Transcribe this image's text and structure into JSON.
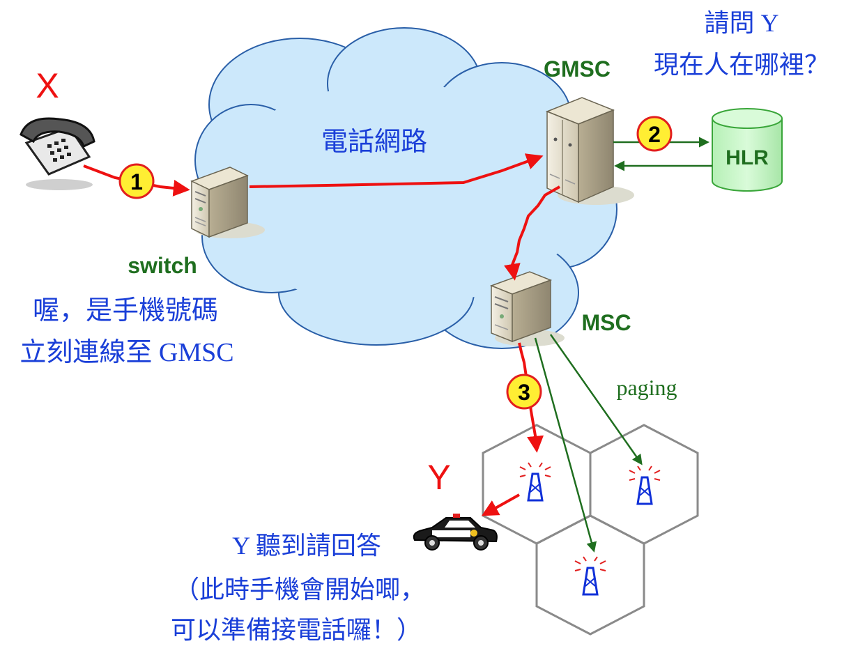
{
  "labels": {
    "caller": "X",
    "callee": "Y",
    "network": "電話網路",
    "switch": "switch",
    "gmsc": "GMSC",
    "msc": "MSC",
    "hlr": "HLR",
    "paging": "paging"
  },
  "steps": [
    "1",
    "2",
    "3"
  ],
  "notes": {
    "gmsc_query": [
      "請問 Y",
      "現在人在哪裡？"
    ],
    "switch_action": [
      "喔，是手機號碼",
      "立刻連線至 GMSC"
    ],
    "callee_response": [
      "Y 聽到請回答",
      "（此時手機會開始唧，",
      "可以準備接電話囉！）"
    ]
  },
  "colors": {
    "cloud_fill": "#cce8fb",
    "cloud_stroke": "#2a5fa8",
    "red_line": "#ee1111",
    "green_line": "#1f6e1f",
    "label_green": "#1f6e1f",
    "label_blue": "#1a3fd8",
    "hlr_fill": "#c8f5c8",
    "hlr_stroke": "#3aa63a",
    "step_fill": "#ffee33",
    "step_stroke": "#e21e1e",
    "cell_stroke": "#8a8a8a"
  },
  "icons": [
    "telephone-icon",
    "server-icon",
    "database-icon",
    "cell-tower-icon",
    "police-car-icon"
  ]
}
